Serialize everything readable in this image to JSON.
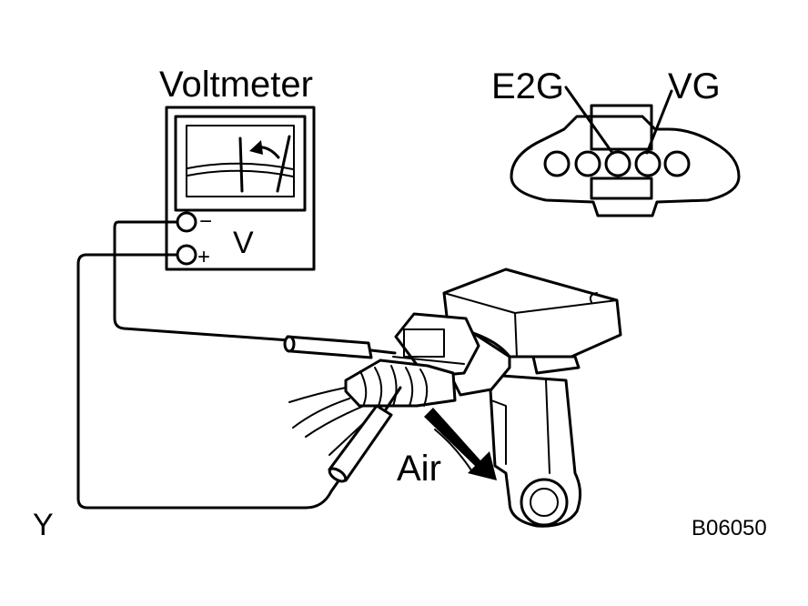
{
  "labels": {
    "voltmeter": "Voltmeter",
    "meter_symbol": "V",
    "minus_terminal": "−",
    "plus_terminal": "+",
    "connector_pin_left": "E2G",
    "connector_pin_right": "VG",
    "air_flow": "Air",
    "corner_mark": "Y",
    "figure_code": "B06050"
  },
  "icons": [
    "voltmeter-icon",
    "connector-face-icon",
    "mass-air-flow-sensor-icon",
    "air-flow-arrow-icon",
    "probe-icon"
  ],
  "colors": {
    "ink": "#000000",
    "paper": "#ffffff"
  }
}
